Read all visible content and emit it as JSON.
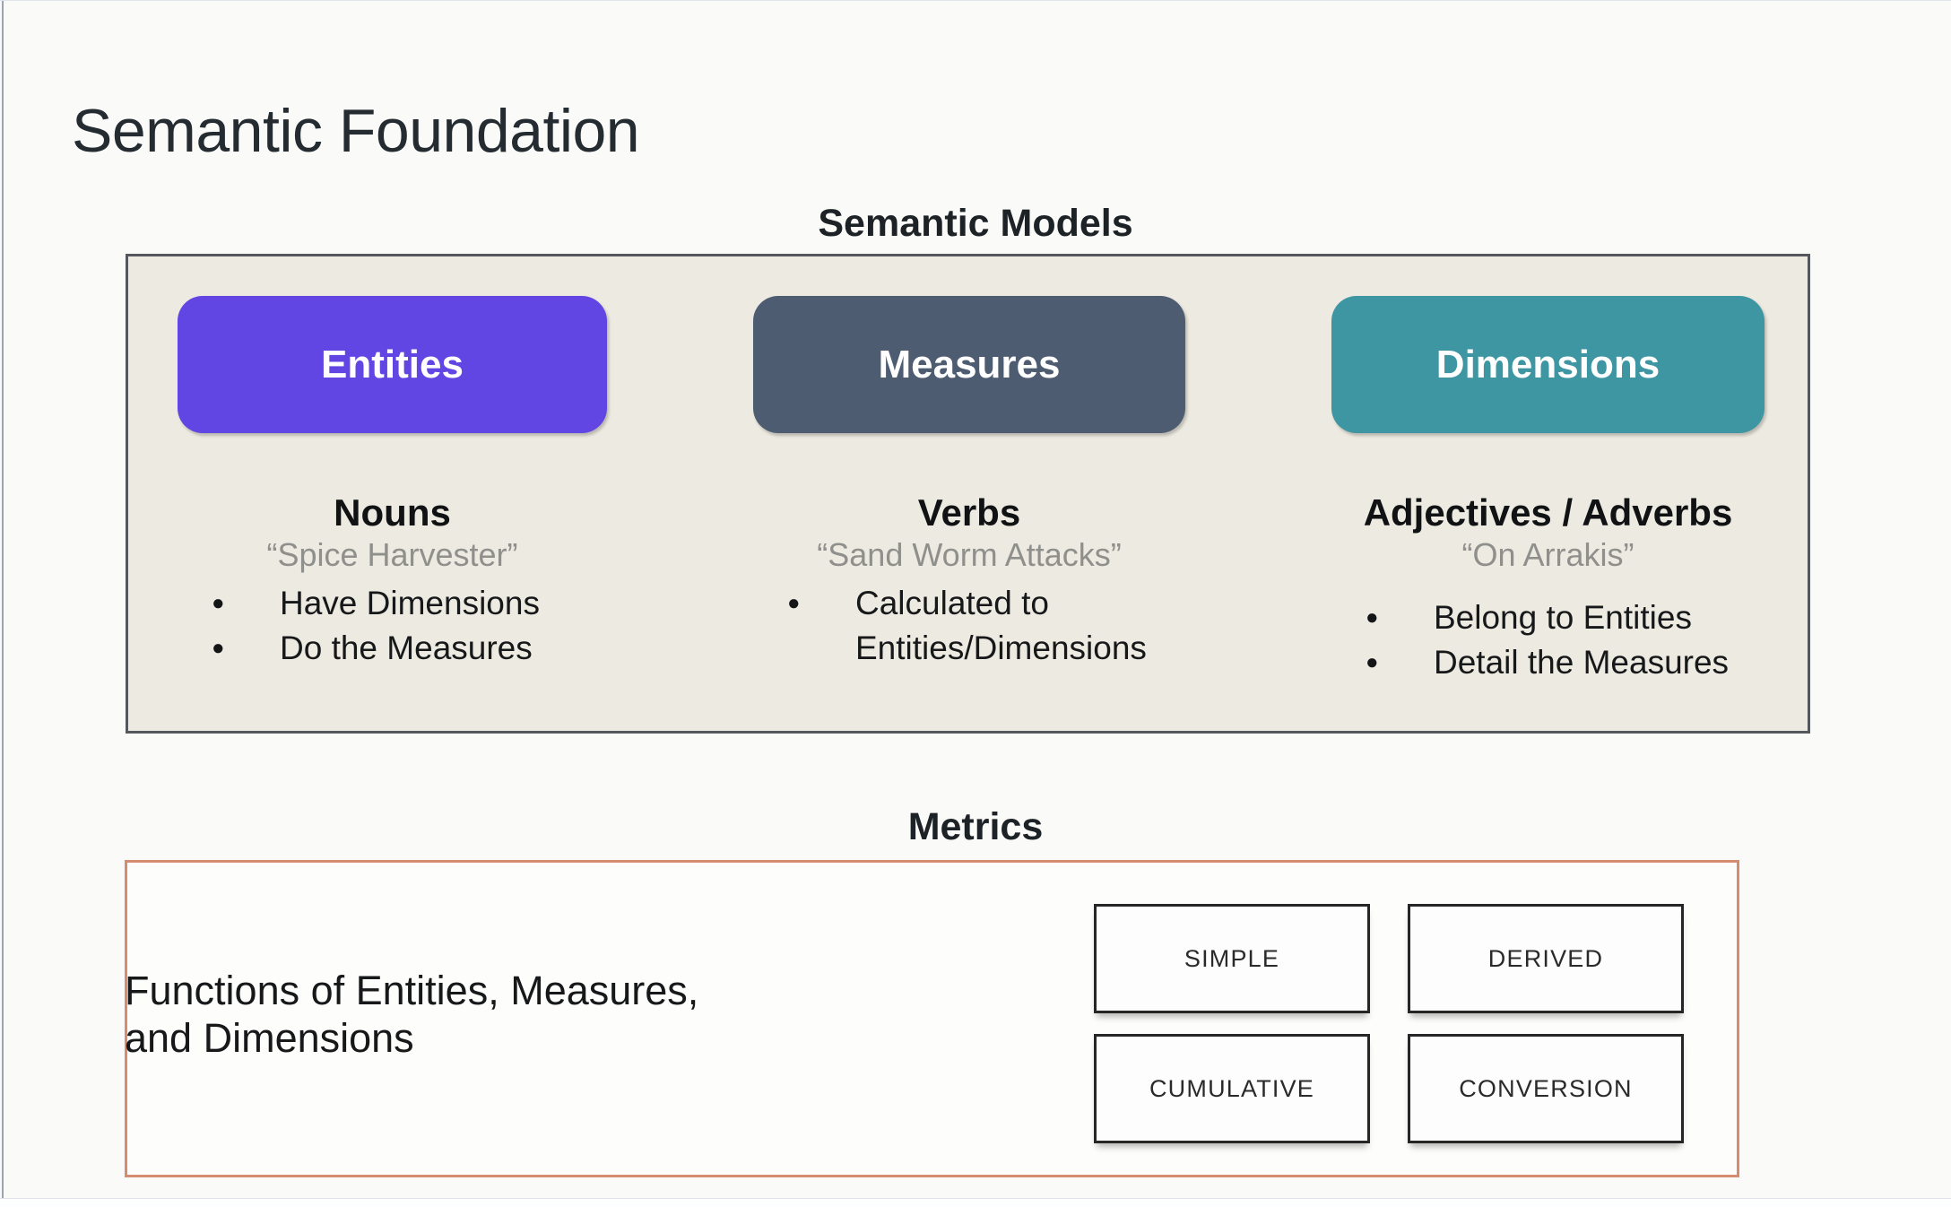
{
  "page": {
    "title": "Semantic Foundation"
  },
  "colors": {
    "page_bg": "#fafaf9",
    "title_text": "#242b31",
    "panel_bg": "#edeae1",
    "panel_border": "#54585c",
    "entities_pill": "#6246e3",
    "measures_pill": "#4e5c72",
    "dimensions_pill": "#3f96a3",
    "quote_text": "#8f8f8c",
    "body_text": "#16181a",
    "metrics_border": "#d68c71",
    "type_box_border": "#262626"
  },
  "semantic_models": {
    "heading": "Semantic Models",
    "columns": [
      {
        "pill": "Entities",
        "role": "Nouns",
        "example": "“Spice Harvester”",
        "bullets": [
          "Have Dimensions",
          "Do the Measures"
        ]
      },
      {
        "pill": "Measures",
        "role": "Verbs",
        "example": "“Sand Worm Attacks”",
        "bullets": [
          "Calculated to Entities/Dimensions"
        ]
      },
      {
        "pill": "Dimensions",
        "role": "Adjectives / Adverbs",
        "example": "“On Arrakis”",
        "bullets": [
          "Belong to Entities",
          "Detail the Measures"
        ]
      }
    ]
  },
  "metrics": {
    "heading": "Metrics",
    "description_line1": "Functions of Entities, Measures,",
    "description_line2": "and Dimensions",
    "types": [
      "SIMPLE",
      "DERIVED",
      "CUMULATIVE",
      "CONVERSION"
    ]
  }
}
